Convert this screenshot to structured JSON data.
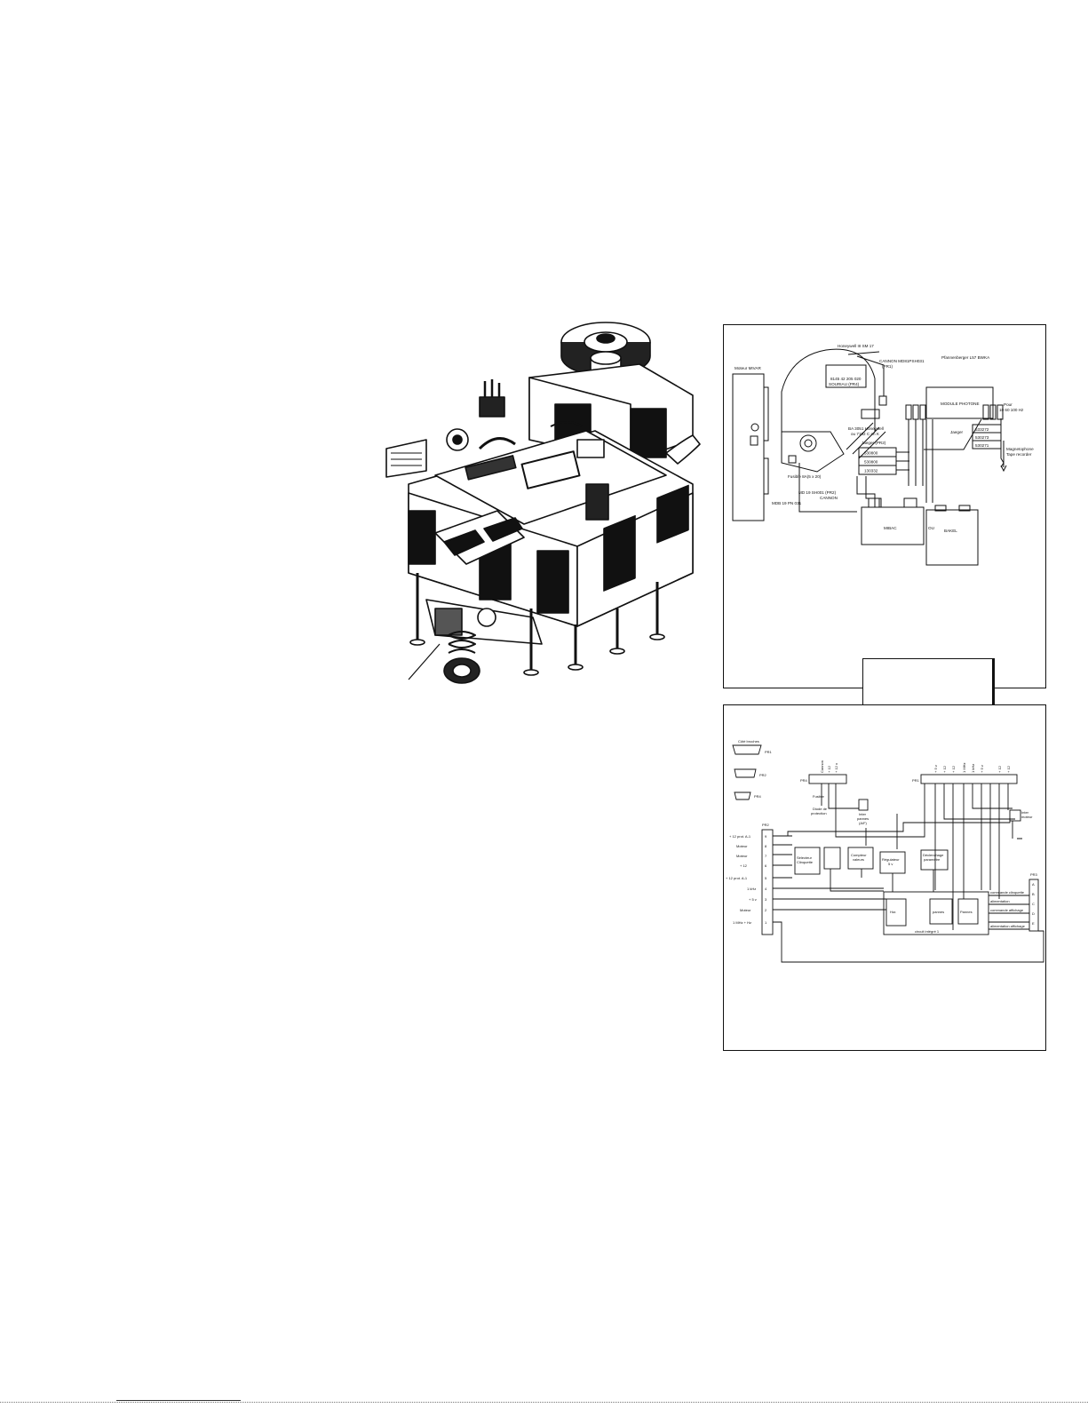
{
  "wiring_diagram": {
    "motor": "Moteur MIVAR",
    "honeywell_top": "Honeywell III SM 17",
    "cannon_top": "CANNON MD81PSH031",
    "cannon_top_sub": "(PR1)",
    "souriau_1": "8145 42 205 020",
    "souriau_2": "SOURIAU (PR4)",
    "ba_1": "BA 3051 Honeywell",
    "ba_2": "ou 7102 C en K",
    "jaeger_pr2": "Jaeger (PR2)",
    "codes_left": [
      "530800",
      "530800",
      "130332"
    ],
    "fusible": "Fusible 8A(5 x 20)",
    "md19_a": "MD 19 SH001 (PR2)",
    "cannon_mid": "CANNON",
    "md19_b": "MDB 19 PN 031",
    "pfannenberger": "Pfannenberger L57 BWKA",
    "module": "MODULE PHOTONE",
    "freq_1": "Pour",
    "freq_2": "10 60 100 Hz",
    "jaeger": "Jaeger",
    "codes_right": [
      "533272",
      "530273",
      "530271"
    ],
    "magneto_1": "Magnetophone",
    "magneto_2": "Tape recorder",
    "mibac": "MIBAC",
    "ou": "OU",
    "bakel": "BAKEL"
  },
  "schematic": {
    "cote_broches": "Côté broches",
    "pr1": "PR1",
    "pr2": "PR2",
    "pr4": "PR4",
    "pr3": "PR3",
    "left_labels": [
      "+ 12 prot. A-1",
      "Moteur",
      "Moteur",
      "+ 12",
      "+ 12 prot. A-1",
      "1 kHz",
      "+ 5 v",
      "Moteur",
      "1 MHz + Hz"
    ],
    "left_pins": [
      "9",
      "8",
      "7",
      "6",
      "5",
      "4",
      "3",
      "2",
      "1"
    ],
    "top_left": [
      "Cannon",
      "+ 12",
      "+ 12 v"
    ],
    "top_right": [
      "+ 5 v",
      "+ 12",
      "+ 12",
      "1 MHz",
      "1 kHz",
      "+ 5 v",
      "+ 12",
      "+ 12"
    ],
    "fusible": "Fusible",
    "diode_1": "Diode de",
    "diode_2": "protection",
    "inter_1": "Inter",
    "inter_2": "pannes",
    "inter_3": "(A/F)",
    "inter_motor_1": "Inter",
    "inter_motor_2": "moteur",
    "selecteur_1": "Sélecteur",
    "selecteur_2": "Clinquette",
    "compteur_1": "Compteur",
    "compteur_2": "valeurs",
    "regulateur_1": "Régulateur",
    "regulateur_2": "5 v",
    "declenchage_1": "Déclenchage",
    "declenchage_2": "paramètre",
    "b1": "Hor.",
    "b2": "pannes",
    "b3": "Pannes",
    "circuit": "circuit intégré 1",
    "right_labels": [
      "commande clinquette",
      "alimentation",
      "commande affichage",
      "alimentation affichage"
    ],
    "right_pins": [
      "A",
      "B",
      "C",
      "D",
      "E"
    ]
  }
}
